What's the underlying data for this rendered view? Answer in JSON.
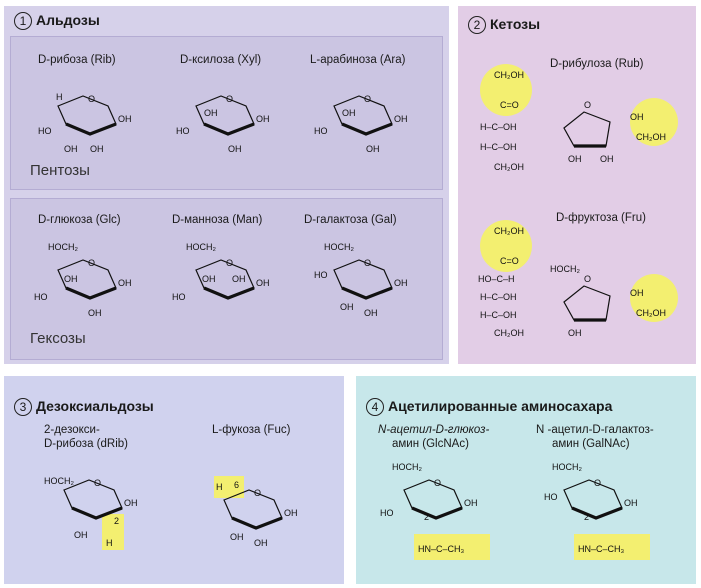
{
  "panel1": {
    "number": "1",
    "title": "Альдозы",
    "pentoses_label": "Пентозы",
    "hexoses_label": "Гексозы",
    "items": [
      "D-рибоза (Rib)",
      "D-ксилоза (Xyl)",
      "L-арабиноза (Ara)",
      "D-глюкоза (Glc)",
      "D-манноза (Man)",
      "D-галактоза (Gal)"
    ]
  },
  "panel2": {
    "number": "2",
    "title": "Кетозы",
    "items": [
      "D-рибулоза (Rub)",
      "D-фруктоза (Fru)"
    ]
  },
  "panel3": {
    "number": "3",
    "title": "Дезоксиальдозы",
    "items": [
      "2-дезокси-",
      "D-рибоза (dRib)",
      "L-фукоза (Fuc)"
    ]
  },
  "panel4": {
    "number": "4",
    "title": "Ацетилированные аминосахара",
    "items": [
      "N-ацетил-D-глюкоз-",
      "амин (GlcNAc)",
      "N -ацетил-D-галактоз-",
      "амин (GalNAc)"
    ]
  },
  "atoms": {
    "O": "O",
    "OH": "OH",
    "H": "H",
    "HOCH2": "HOCH₂",
    "CH2OH": "CH₂OH",
    "HO": "HO",
    "C_eq_O": "C=O",
    "H_C_OH": "H–C–OH",
    "HO_C_H": "HO–C–H",
    "num2": "2",
    "num6": "6",
    "acetyl": "HN–C–CH₃"
  },
  "colors": {
    "highlight": "#f3ef70",
    "panel1": "#d6d1ea",
    "panel2": "#e2cde6",
    "panel3": "#d0d2ee",
    "panel4": "#c7e7ea"
  }
}
